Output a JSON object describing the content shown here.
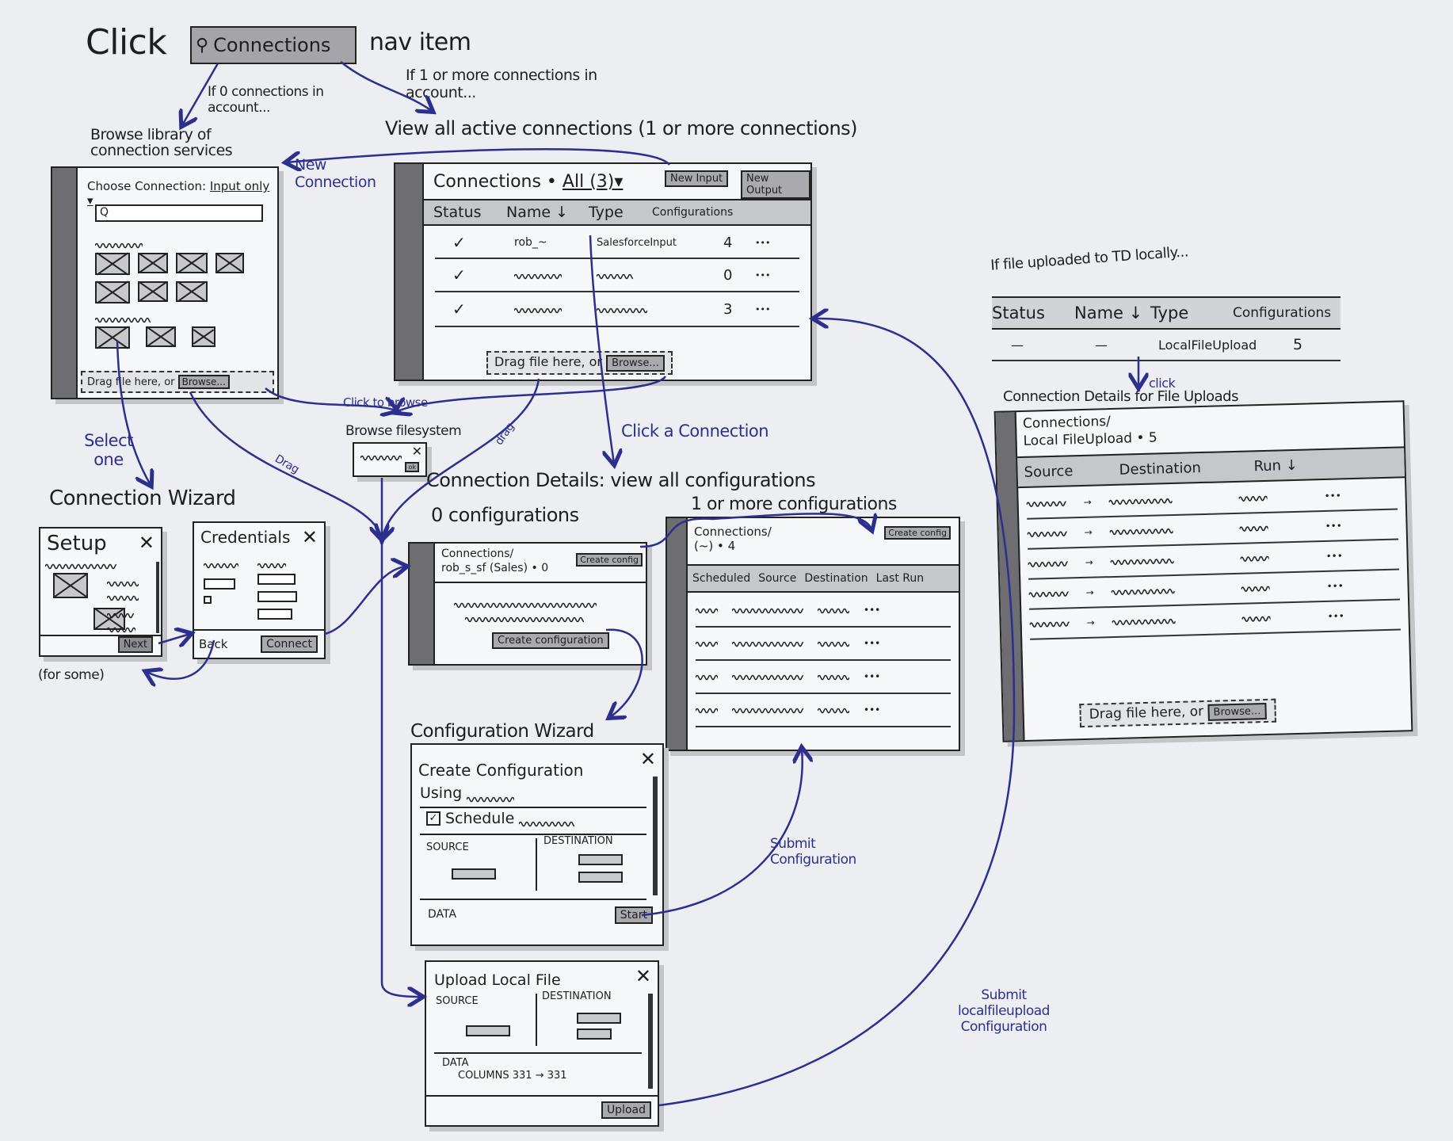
{
  "header": {
    "click": "Click",
    "nav_button": "Connections",
    "nav_item": "nav item"
  },
  "annotations": {
    "zero_connections": "If 0 connections in account...",
    "one_or_more_connections": "If 1 or more connections in account...",
    "browse_library": "Browse library of connection services",
    "view_all_active": "View all active connections (1 or more connections)",
    "new_connection": "New Connection",
    "click_to_browse": "Click to browse",
    "select_one": "Select one",
    "drag_left": "Drag",
    "drag_right": "drag",
    "click_a_connection": "Click a Connection",
    "submit_configuration": "Submit Configuration",
    "submit_localfileupload": "Submit localfileupload Configuration",
    "if_file_uploaded": "If file uploaded to TD locally...",
    "click": "click",
    "for_some": "(for some)"
  },
  "library": {
    "title": "Choose Connection:",
    "filter": "Input only",
    "search_placeholder": "Q",
    "drop_text": "Drag file here, or",
    "browse": "Browse..."
  },
  "connections_list": {
    "title": "Connections •",
    "filter": "All (3)",
    "new_input": "New Input",
    "new_output": "New Output",
    "columns": [
      "Status",
      "Name ↓",
      "Type",
      "Configurations"
    ],
    "rows": [
      {
        "status": "✓",
        "name": "rob_~",
        "type": "SalesforceInput",
        "configs": "4",
        "more": "•••"
      },
      {
        "status": "✓",
        "configs": "0",
        "more": "•••"
      },
      {
        "status": "✓",
        "configs": "3",
        "more": "•••"
      }
    ],
    "drop_text": "Drag file here, or",
    "browse": "Browse..."
  },
  "browse_filesystem": {
    "title": "Browse filesystem",
    "ok": "ok"
  },
  "connection_wizard": {
    "title": "Connection Wizard",
    "setup": {
      "title": "Setup",
      "next": "Next"
    },
    "credentials": {
      "title": "Credentials",
      "back": "Back",
      "connect": "Connect"
    }
  },
  "details": {
    "title": "Connection Details: view all configurations",
    "zero": {
      "label": "0 configurations",
      "breadcrumb": "Connections/",
      "name": "rob_s_sf (Sales) • 0",
      "create_config": "Create config",
      "create_configuration": "Create configuration"
    },
    "many": {
      "label": "1 or more configurations",
      "breadcrumb": "Connections/",
      "count": "(~) • 4",
      "create_config": "Create config",
      "columns": [
        "Scheduled",
        "Source",
        "Destination",
        "Last Run"
      ],
      "rows_more": [
        "•••",
        "•••",
        "•••",
        "•••"
      ]
    }
  },
  "config_wizard": {
    "title": "Configuration Wizard",
    "dialog_title": "Create Configuration",
    "using": "Using",
    "schedule": "Schedule",
    "source": "SOURCE",
    "destination": "DESTINATION",
    "data": "DATA",
    "start": "Start"
  },
  "upload_dialog": {
    "title": "Upload Local File",
    "source": "SOURCE",
    "destination": "DESTINATION",
    "data": "DATA",
    "columns": "COLUMNS 331 → 331",
    "upload": "Upload"
  },
  "file_upload_table": {
    "columns": [
      "Status",
      "Name ↓",
      "Type",
      "Configurations"
    ],
    "row": {
      "status": "—",
      "name": "—",
      "type": "LocalFileUpload",
      "configs": "5"
    }
  },
  "file_upload_details": {
    "title": "Connection Details for File Uploads",
    "breadcrumb": "Connections/",
    "name": "Local FileUpload • 5",
    "columns": [
      "Source",
      "Destination",
      "Run ↓"
    ],
    "rows_more": [
      "•••",
      "•••",
      "•••",
      "•••",
      "•••"
    ],
    "drop_text": "Drag file here, or",
    "browse": "Browse..."
  }
}
